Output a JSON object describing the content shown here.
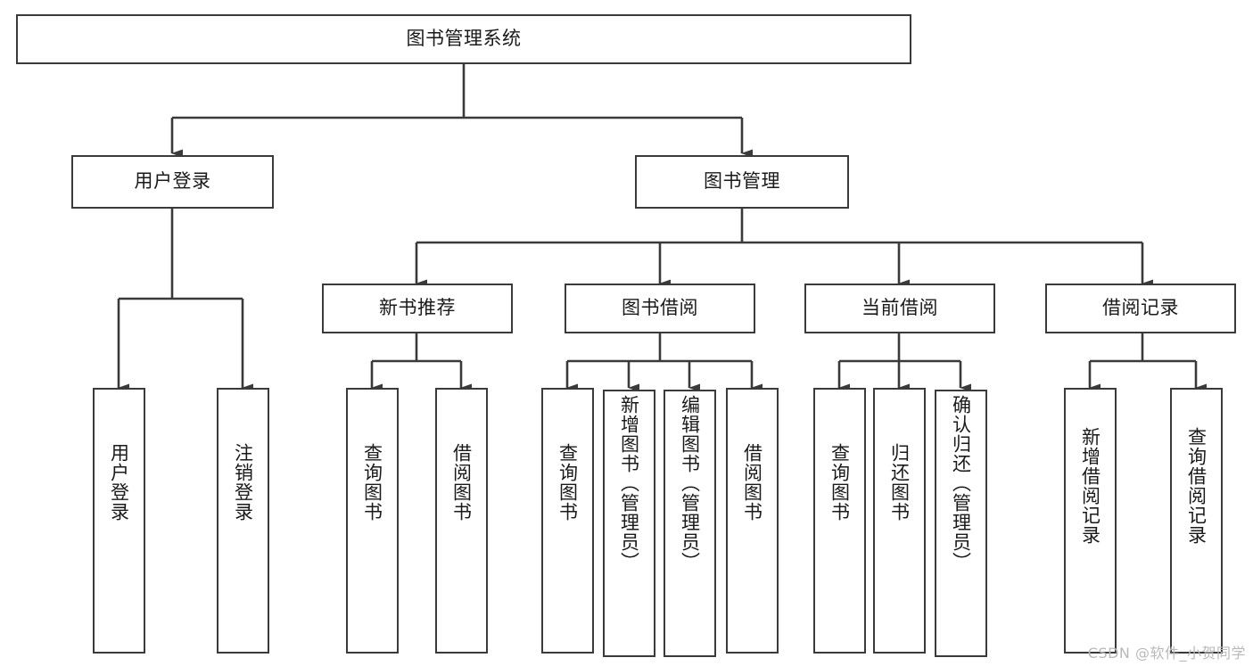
{
  "diagram": {
    "type": "hierarchy-tree",
    "title": "图书管理系统",
    "watermark": "CSDN @软件_小贺同学",
    "levels": {
      "root": {
        "label": "图书管理系统"
      },
      "level2": [
        {
          "id": "user-login",
          "label": "用户登录"
        },
        {
          "id": "book-management",
          "label": "图书管理"
        }
      ],
      "level3": [
        {
          "id": "new-book-recommend",
          "label": "新书推荐"
        },
        {
          "id": "book-borrow",
          "label": "图书借阅"
        },
        {
          "id": "current-borrow",
          "label": "当前借阅"
        },
        {
          "id": "borrow-record",
          "label": "借阅记录"
        }
      ],
      "leaves": [
        {
          "id": "leaf-user-login",
          "label": "用户登录",
          "parent": "user-login"
        },
        {
          "id": "leaf-logout-login",
          "label": "注销登录",
          "parent": "user-login"
        },
        {
          "id": "leaf-query-book-1",
          "label": "查询图书",
          "parent": "new-book-recommend"
        },
        {
          "id": "leaf-borrow-book-1",
          "label": "借阅图书",
          "parent": "new-book-recommend"
        },
        {
          "id": "leaf-query-book-2",
          "label": "查询图书",
          "parent": "book-borrow"
        },
        {
          "id": "leaf-add-book",
          "label": "新增图书（管理员）",
          "parent": "book-borrow"
        },
        {
          "id": "leaf-edit-book",
          "label": "编辑图书（管理员）",
          "parent": "book-borrow"
        },
        {
          "id": "leaf-borrow-book-2",
          "label": "借阅图书",
          "parent": "book-borrow"
        },
        {
          "id": "leaf-query-book-3",
          "label": "查询图书",
          "parent": "current-borrow"
        },
        {
          "id": "leaf-return-book",
          "label": "归还图书",
          "parent": "current-borrow"
        },
        {
          "id": "leaf-confirm-return",
          "label": "确认归还（管理员）",
          "parent": "current-borrow"
        },
        {
          "id": "leaf-add-record",
          "label": "新增借阅记录",
          "parent": "borrow-record"
        },
        {
          "id": "leaf-query-record",
          "label": "查询借阅记录",
          "parent": "borrow-record"
        }
      ]
    },
    "colors": {
      "stroke": "#3a3a3a",
      "fill": "#ffffff",
      "text": "#1a1a1a",
      "watermark": "#b9b9b9"
    }
  }
}
